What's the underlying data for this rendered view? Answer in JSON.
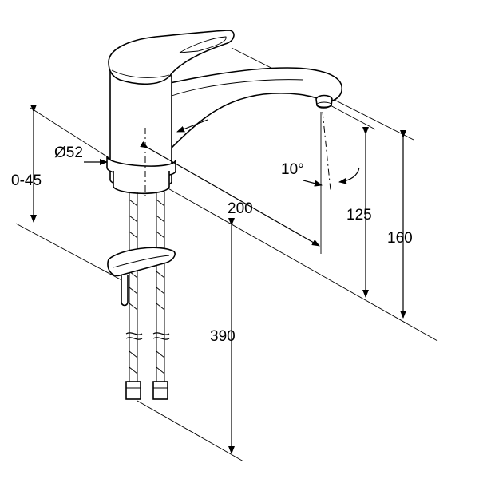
{
  "dimensions": {
    "diameter": "Ø52",
    "deck_thickness": "0-45",
    "spout_reach": "200",
    "swivel_angle": "10°",
    "outlet_height": "125",
    "total_height": "160",
    "hose_length": "390"
  }
}
